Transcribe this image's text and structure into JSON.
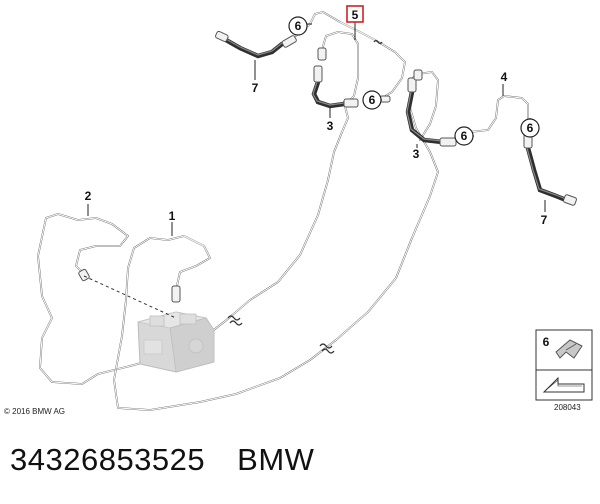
{
  "diagram": {
    "copyright": "© 2016 BMW AG",
    "drawing_number": "208043",
    "callouts": {
      "c1": "1",
      "c2": "2",
      "c3a": "3",
      "c3b": "3",
      "c4": "4",
      "c5": "5",
      "c6a": "6",
      "c6b": "6",
      "c6c": "6",
      "c6d": "6",
      "c7a": "7",
      "c7b": "7"
    },
    "legend_number": "6",
    "highlight_color": "#cc2222"
  },
  "caption": {
    "part_number": "34326853525",
    "brand": "BMW"
  }
}
